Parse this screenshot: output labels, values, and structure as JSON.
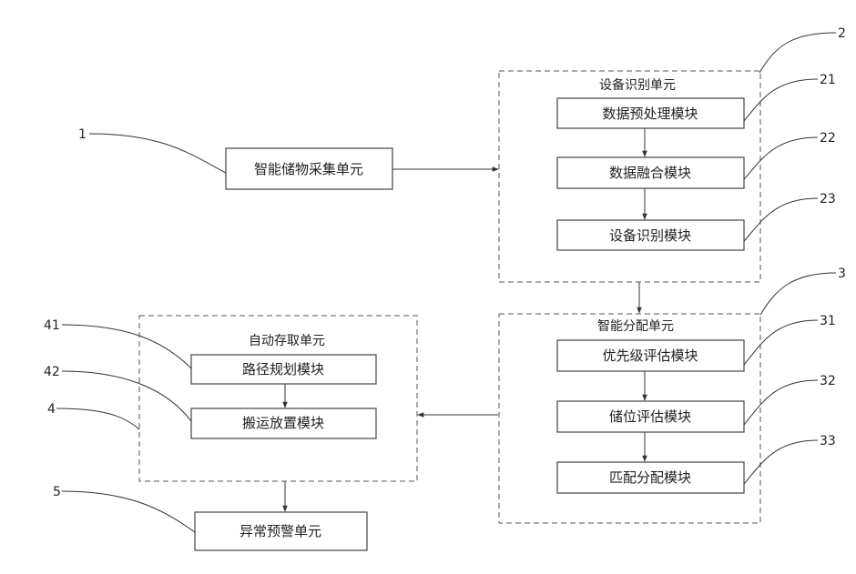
{
  "units": {
    "u1": "智能储物采集单元",
    "u2": "设备识别单元",
    "u2_modules": [
      "数据预处理模块",
      "数据融合模块",
      "设备识别模块"
    ],
    "u3": "智能分配单元",
    "u3_modules": [
      "优先级评估模块",
      "储位评估模块",
      "匹配分配模块"
    ],
    "u4": "自动存取单元",
    "u4_modules": [
      "路径规划模块",
      "搬运放置模块"
    ],
    "u5": "异常预警单元"
  },
  "refs": {
    "r1": "1",
    "r2": "2",
    "r21": "21",
    "r22": "22",
    "r23": "23",
    "r3": "3",
    "r31": "31",
    "r32": "32",
    "r33": "33",
    "r4": "4",
    "r41": "41",
    "r42": "42",
    "r5": "5"
  }
}
